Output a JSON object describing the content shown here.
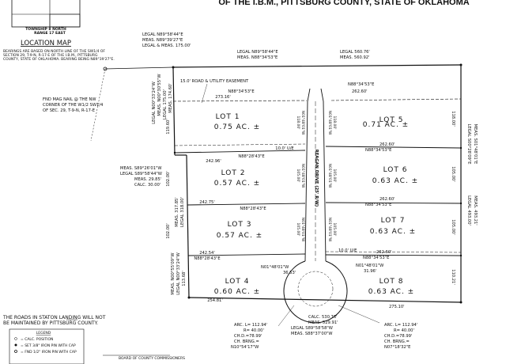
{
  "header": {
    "title": "OF THE I.B.M., PITTSBURG COUNTY, STATE OF OKLAHOMA"
  },
  "location_map": {
    "heading": "LOCATION MAP",
    "township": "TOWNSHIP 8 NORTH",
    "range": "RANGE 17 EAST",
    "bearings_note": [
      "BEARINGS ARE BASED ON NORTH LINE OF THE SW1/4 OF",
      "SECTION 29, T-9-N, R-17-E OF THE I.B.M., PITTSBURG",
      "COUNTY, STATE OF OKLAHOMA. BEARING BEING N89°39'27\"E."
    ]
  },
  "top_labels": {
    "legal1": "LEGAL N89°58'44\"E",
    "meas1": "MEAS. N89°39'27\"E",
    "legal_meas1": "LEGAL & MEAS. 175.00'",
    "legal2": "LEGAL N89°58'44\"E",
    "meas2": "MEAS. N88°34'53\"E",
    "legal_dist2": "LEGAL 560.76'",
    "meas_dist2": "MEAS. 560.92'"
  },
  "left_labels": {
    "fnd_mag": [
      "FND MAG NAIL @ THE NW",
      "CORNER OF THE W1/2 SW1/4",
      "OF SEC. 29, T-9-N, R-17-E"
    ],
    "legal_vert": "LEGAL N00°33'24\"W",
    "meas_vert": "MEAS. N00°30'55\"W",
    "legal_dist": "LEGAL 175.00'",
    "meas_dist": "MEAS. 174.60'",
    "dist_119": "119.60'",
    "easement": "15.0' ROAD & UTILITY EASEMENT",
    "meas_side": "MEAS. S89°26'01\"W",
    "legal_side": "LEGAL S89°58'44\"W",
    "meas_29": "MEAS. 29.85'",
    "calc_30": "CALC. 30.00'",
    "meas_317": "MEAS. 317.85'",
    "legal_318": "LEGAL 318.00'",
    "meas_bot": "MEAS. N00°55'09\"W",
    "legal_bot": "LEGAL N00°33'24\"W",
    "d102a": "102.00'",
    "d102b": "102.00'",
    "d113": "113.68'"
  },
  "lots": [
    {
      "name": "LOT 1",
      "area": "0.75 AC. ±"
    },
    {
      "name": "LOT 2",
      "area": "0.57 AC. ±"
    },
    {
      "name": "LOT 3",
      "area": "0.57 AC. ±"
    },
    {
      "name": "LOT 4",
      "area": "0.60 AC. ±"
    },
    {
      "name": "LOT 5",
      "area": "0.71 AC. ±"
    },
    {
      "name": "LOT 6",
      "area": "0.63 AC. ±"
    },
    {
      "name": "LOT 7",
      "area": "0.63 AC. ±"
    },
    {
      "name": "LOT 8",
      "area": "0.63 AC. ±"
    }
  ],
  "lot_lines": {
    "l1_bear": "N88°34'53\"E",
    "l1_dist": "273.16'",
    "l2_bear": "N88°28'43\"E",
    "l2_dist": "242.96'",
    "l3_bear": "N88°28'43\"E",
    "l3_dist": "242.75'",
    "l4_bear": "N88°28'43\"E",
    "l4_dist": "242.54'",
    "l4_bottom": "254.81'",
    "r5_bear": "N88°34'53\"E",
    "r5_dist": "262.60'",
    "r6_dist": "262.60'",
    "r6_bear": "N88°34'53\"E",
    "r7_dist": "262.60'",
    "r7_bear": "N88°34'53\"E",
    "r8_dist": "262.60'",
    "r8_bear": "N88°34'53\"E",
    "r8_bottom": "275.10'",
    "ue_left": "10.0' U/E",
    "ue_right": "10.0' U/E",
    "right_118": "118.00'",
    "right_105a": "105.00'",
    "right_105b": "105.00'",
    "right_110": "110.21'",
    "right_legal": "LEGAL S00°28'09\"E",
    "right_meas": "MEAS. S01°48'01\"E",
    "right_legal_dist": "LEGAL 493.00'",
    "right_meas_dist": "MEAS. 493.21'"
  },
  "road": {
    "name": "REAGAN DRIVE (25' R/W)",
    "w_top": "N01°48'01\"W",
    "w_top_dist": "118.00'",
    "w_mid": "N01°48'01\"W",
    "w_mid_dist": "105.00'",
    "w_low": "N01°48'01\"W",
    "w_low_dist": "105.00'",
    "e_top": "N01°48'01\"W",
    "e_top_dist": "118.00'",
    "e_mid": "N01°48'01\"W",
    "e_mid_dist": "105.00'",
    "e_low": "N01°48'01\"W",
    "e_low_dist": "105.00'",
    "cul_left": "N01°48'01\"W",
    "cul_left_dist": "36.53'",
    "cul_right": "N01°48'01\"W",
    "cul_right_dist": "31.96'"
  },
  "bottom_labels": {
    "calc": "CALC. 530.76'",
    "meas": "MEAS. 529.91'",
    "legal_b": "LEGAL S89°58'58\"W",
    "meas_b": "MEAS. S88°37'00\"W",
    "arc_l": [
      "ARC. L= 112.94'",
      "R= 40.00'",
      "CH.D.=78.99'",
      "CH. BRNG.=",
      "N10°54'17\"W"
    ],
    "arc_r": [
      "ARC. L= 112.94'",
      "R= 40.00'",
      "CH.D.=78.99'",
      "CH. BRNG.=",
      "N07°18'32\"E"
    ]
  },
  "footer": {
    "roads_note_1": "THE ROADS IN STATON LANDING WILL NOT",
    "roads_note_2": "BE MAINTAINED BY PITTSBURG COUNTY.",
    "legend_title": "LEGEND",
    "legend_1": "= CALC. POSITION",
    "legend_2": "= SET 3/8\" IRON PIN WITH CAP",
    "legend_3": "= FND 1/2\" IRON PIN WITH CAP",
    "board": "BOARD OF COUNTY COMMISSIONERS"
  }
}
